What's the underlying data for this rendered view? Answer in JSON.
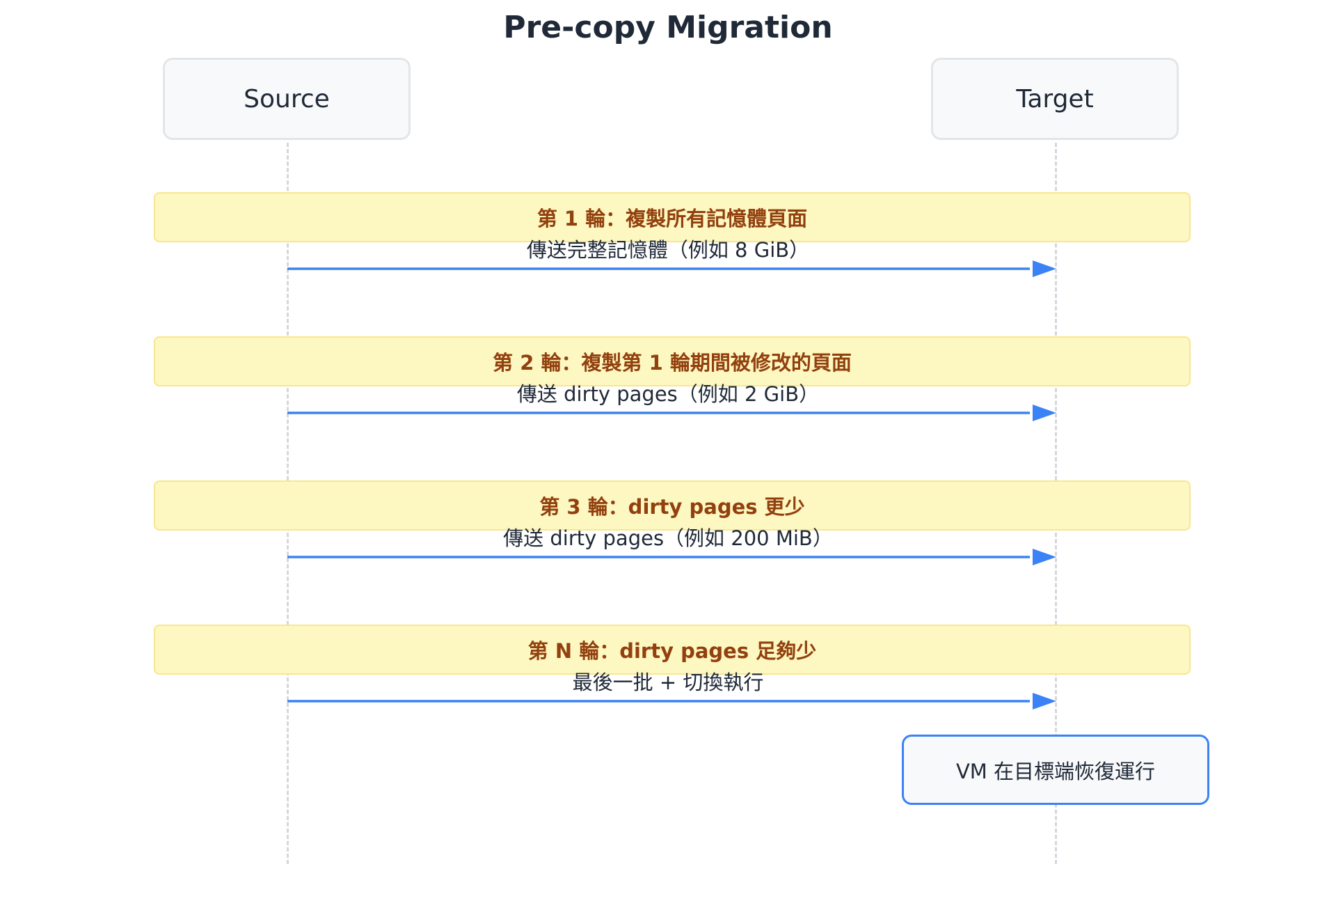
{
  "title": "Pre-copy Migration",
  "participants": {
    "source": "Source",
    "target": "Target"
  },
  "rounds": [
    {
      "note": "第 1 輪：複製所有記憶體頁面",
      "message": "傳送完整記憶體（例如 8 GiB）"
    },
    {
      "note": "第 2 輪：複製第 1 輪期間被修改的頁面",
      "message": "傳送 dirty pages（例如 2 GiB）"
    },
    {
      "note": "第 3 輪：dirty pages 更少",
      "message": "傳送 dirty pages（例如 200 MiB）"
    },
    {
      "note": "第 N 輪：dirty pages 足夠少",
      "message": "最後一批 + 切換執行"
    }
  ],
  "final_note": "VM 在目標端恢復運行",
  "colors": {
    "arrow": "#3b82f6",
    "note_bg": "#fdf7c1",
    "note_border": "#f8e690",
    "note_text": "#92400e"
  }
}
